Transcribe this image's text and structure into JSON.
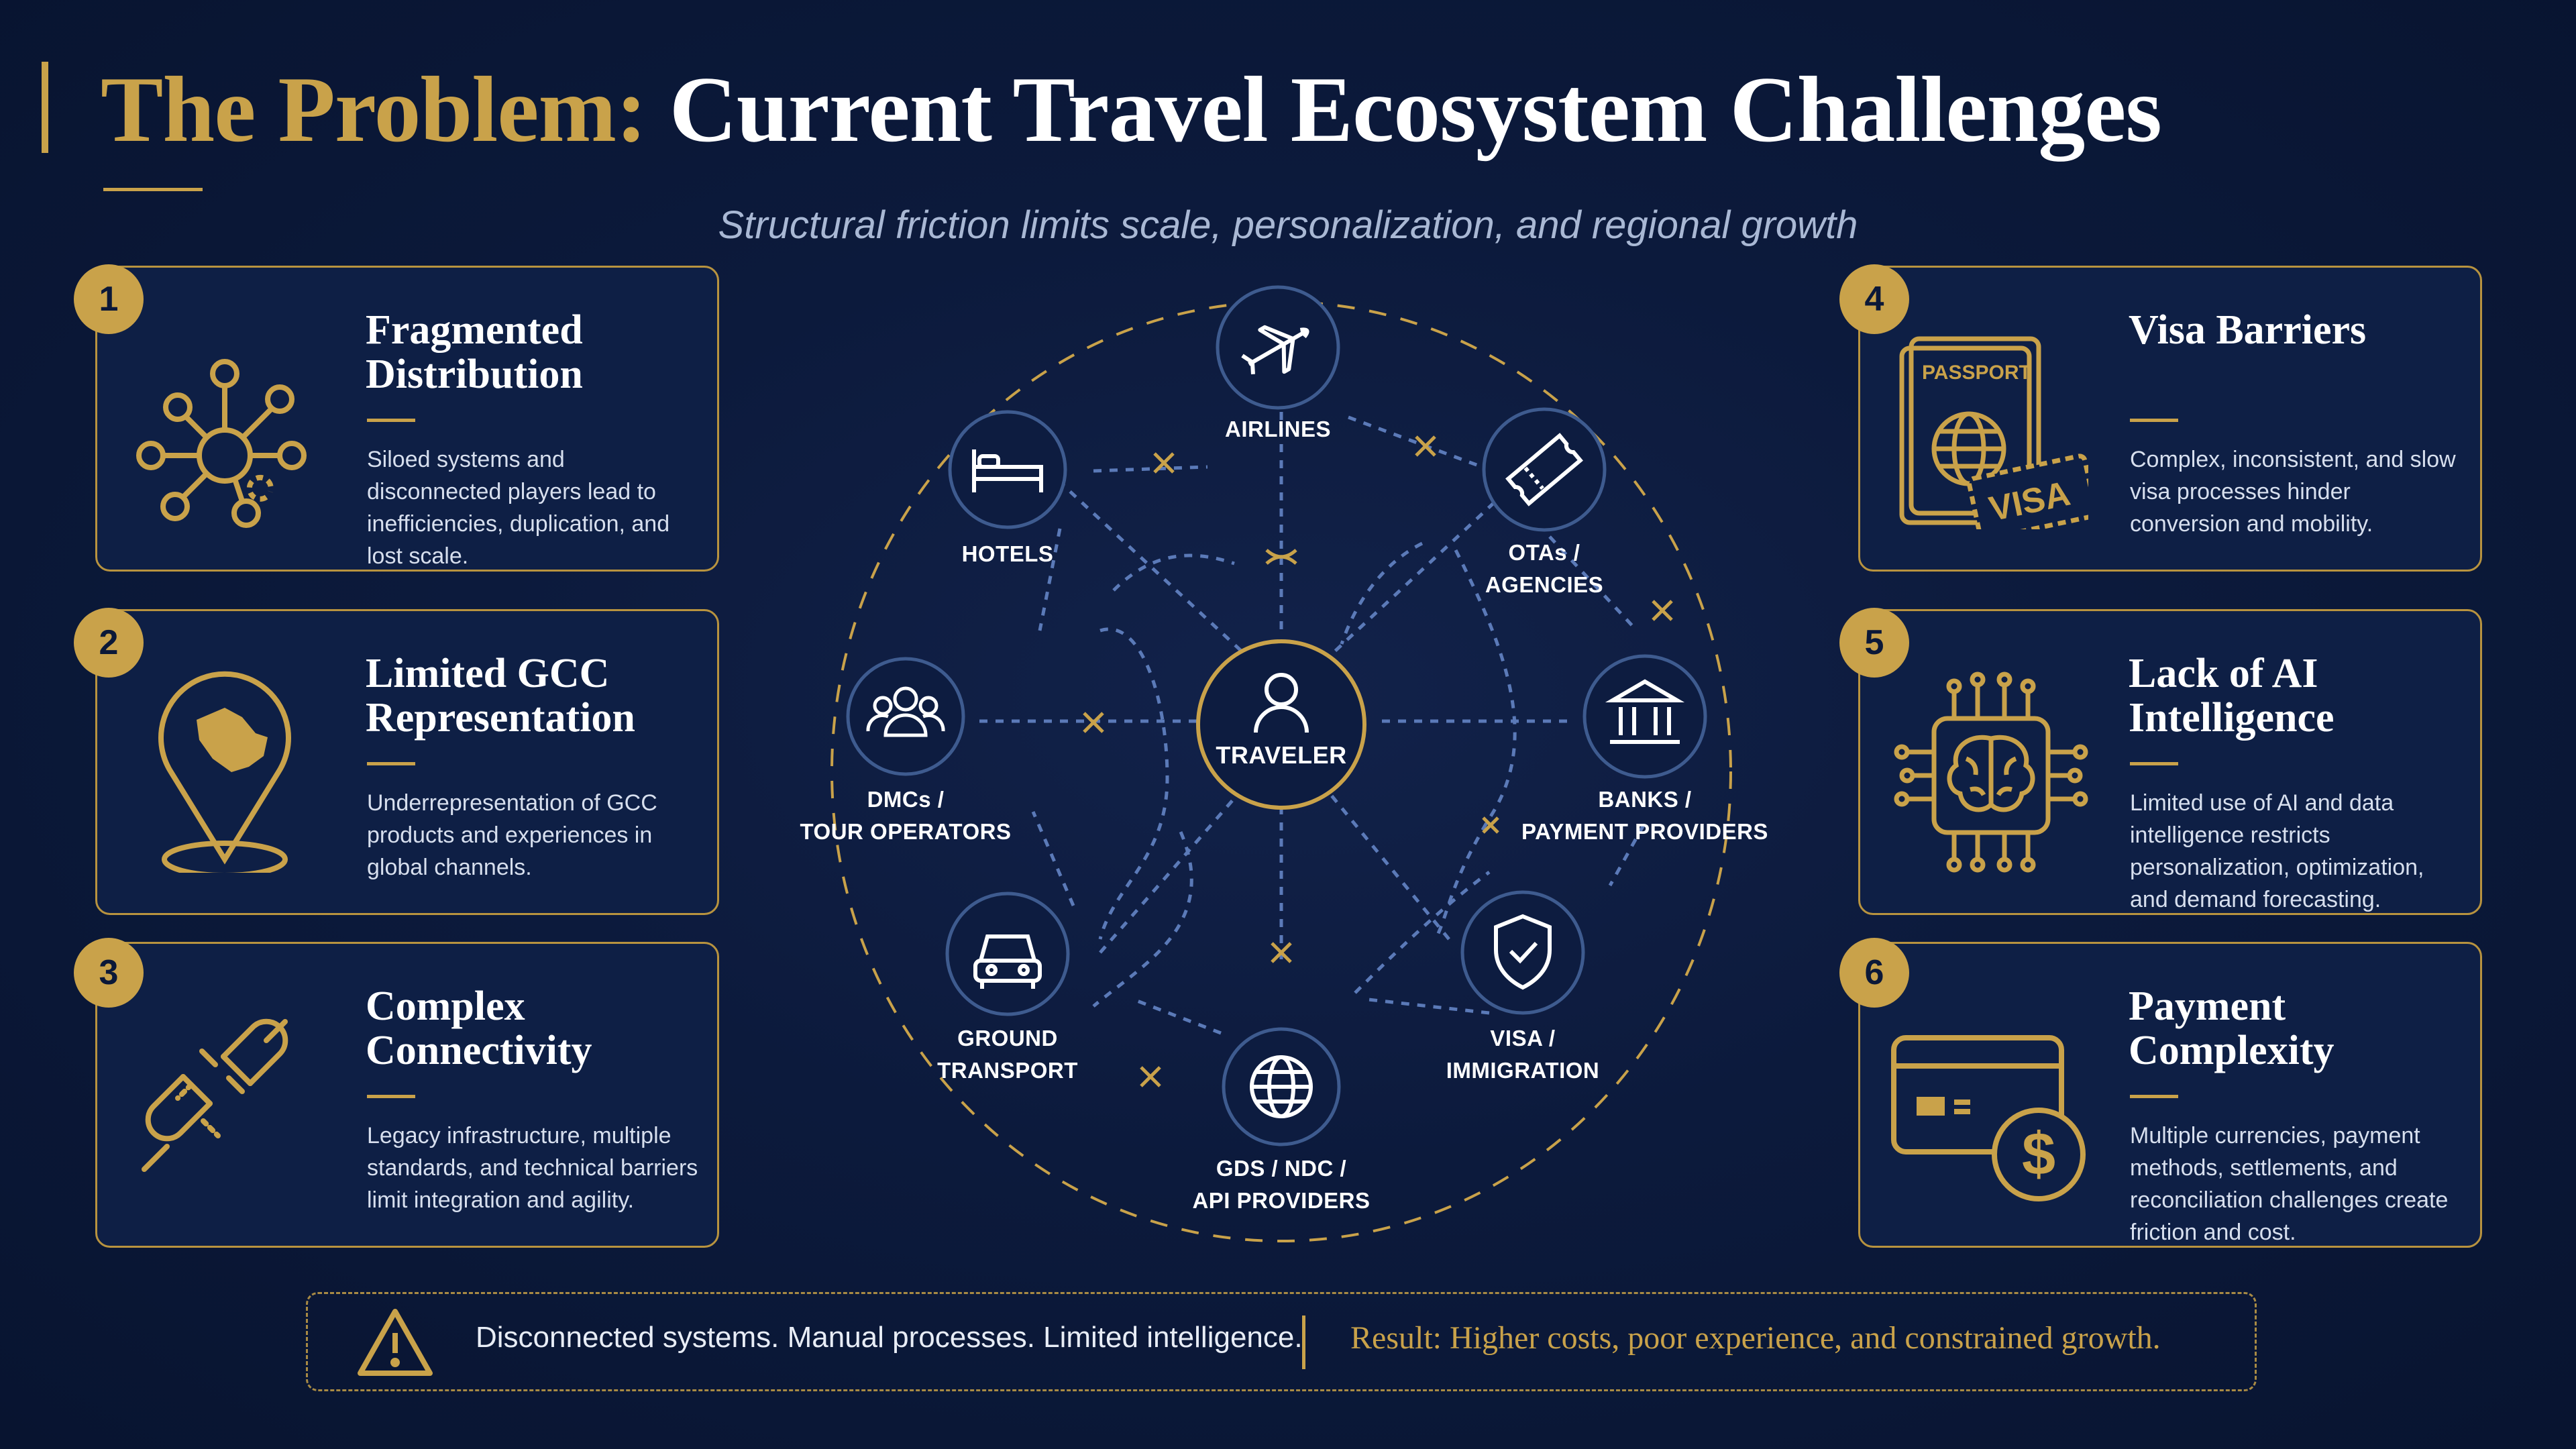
{
  "header": {
    "title_gold": "The Problem:",
    "title_white": "Current Travel Ecosystem Challenges",
    "subtitle": "Structural friction limits scale, personalization, and regional growth"
  },
  "challenges": [
    {
      "number": "1",
      "title": "Fragmented Distribution",
      "description": "Siloed systems and disconnected players lead to inefficiencies, duplication, and lost scale.",
      "icon": "network-icon"
    },
    {
      "number": "2",
      "title": "Limited GCC Representation",
      "description": "Underrepresentation of GCC products and experiences in global channels.",
      "icon": "map-pin-icon"
    },
    {
      "number": "3",
      "title": "Complex Connectivity",
      "description": "Legacy infrastructure, multiple standards, and technical barriers limit integration and agility.",
      "icon": "plug-icon"
    },
    {
      "number": "4",
      "title": "Visa Barriers",
      "description": "Complex, inconsistent, and slow visa processes hinder conversion and mobility.",
      "icon": "passport-visa-icon"
    },
    {
      "number": "5",
      "title": "Lack of AI Intelligence",
      "description": "Limited use of AI and data intelligence restricts personalization, optimization, and demand forecasting.",
      "icon": "brain-chip-icon"
    },
    {
      "number": "6",
      "title": "Payment Complexity",
      "description": "Multiple currencies, payment methods, settlements, and reconciliation challenges create friction and cost.",
      "icon": "card-dollar-icon"
    }
  ],
  "passport_icon_text": {
    "passport": "PASSPORT",
    "visa": "VISA"
  },
  "diagram": {
    "center": {
      "label": "TRAVELER",
      "icon": "person-icon"
    },
    "nodes": [
      {
        "id": "airlines",
        "lines": [
          "AIRLINES"
        ],
        "icon": "airplane-icon"
      },
      {
        "id": "otas",
        "lines": [
          "OTAs /",
          "AGENCIES"
        ],
        "icon": "ticket-icon"
      },
      {
        "id": "banks",
        "lines": [
          "BANKS /",
          "PAYMENT PROVIDERS"
        ],
        "icon": "bank-icon"
      },
      {
        "id": "visa",
        "lines": [
          "VISA /",
          "IMMIGRATION"
        ],
        "icon": "shield-check-icon"
      },
      {
        "id": "gds",
        "lines": [
          "GDS / NDC /",
          "API PROVIDERS"
        ],
        "icon": "globe-icon"
      },
      {
        "id": "ground",
        "lines": [
          "GROUND",
          "TRANSPORT"
        ],
        "icon": "car-icon"
      },
      {
        "id": "dmcs",
        "lines": [
          "DMCs /",
          "TOUR OPERATORS"
        ],
        "icon": "group-icon"
      },
      {
        "id": "hotels",
        "lines": [
          "HOTELS"
        ],
        "icon": "bed-icon"
      }
    ]
  },
  "footer": {
    "left_text": "Disconnected systems. Manual processes. Limited intelligence.",
    "right_text": "Result: Higher costs, poor experience, and constrained growth.",
    "icon": "warning-icon"
  },
  "colors": {
    "gold": "#c9a24a",
    "navy": "#0b1838",
    "card_bg": "#0e1f45",
    "node_ring": "#3e5b8f",
    "connector": "#5b7ab8"
  }
}
